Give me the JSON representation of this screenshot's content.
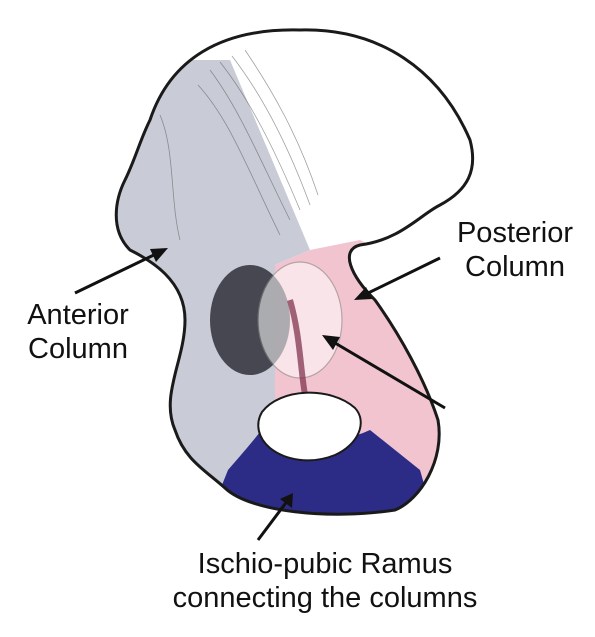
{
  "labels": {
    "anterior_line1": "Anterior",
    "anterior_line2": "Column",
    "posterior_line1": "Posterior",
    "posterior_line2": "Column",
    "ramus_line1": "Ischio-pubic Ramus",
    "ramus_line2": "connecting the columns"
  },
  "colors": {
    "anterior_column": "#c9ccd6",
    "posterior_column": "#f2c4d0",
    "ischio_pubic_ramus": "#2c2c86",
    "outline": "#1a1a1a",
    "ilium_wing": "#ffffff"
  }
}
